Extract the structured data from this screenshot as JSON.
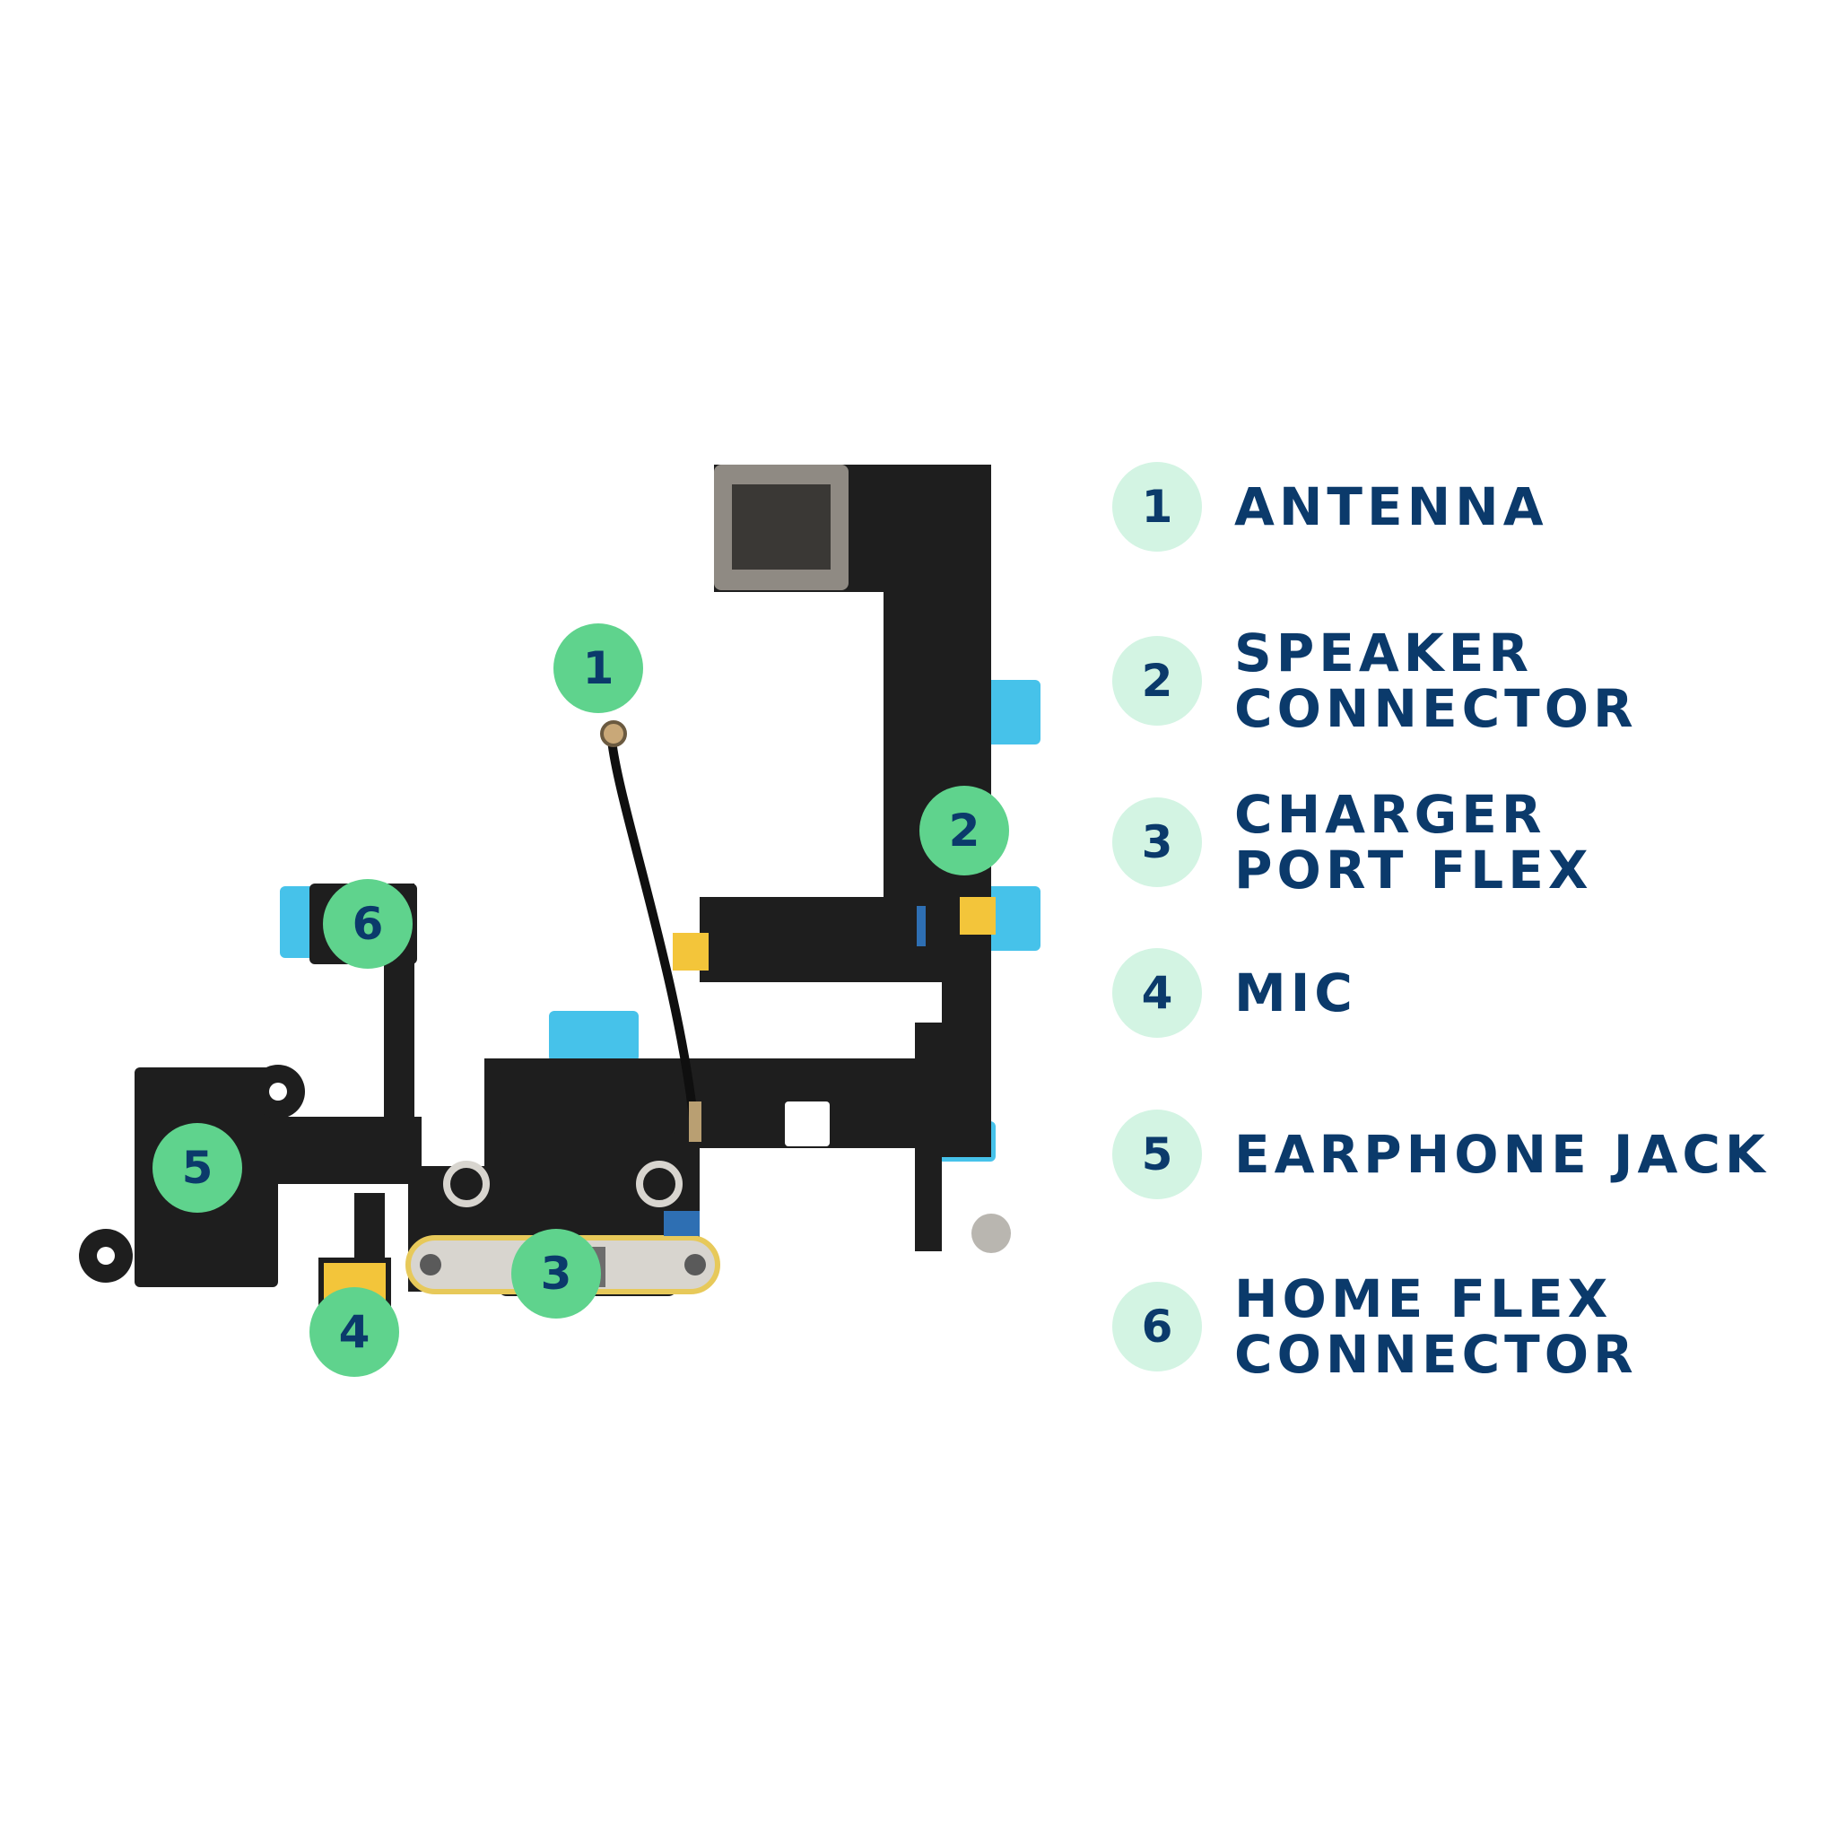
{
  "colors": {
    "accent_green": "#5fd38d",
    "badge_light": "#d3f4e3",
    "label_navy": "#0b3a6b",
    "flex_black": "#1e1e1e",
    "tape_blue": "#46c2ea",
    "gold_pad": "#f3c53a"
  },
  "callouts": [
    {
      "num": "1"
    },
    {
      "num": "2"
    },
    {
      "num": "3"
    },
    {
      "num": "4"
    },
    {
      "num": "5"
    },
    {
      "num": "6"
    }
  ],
  "legend": [
    {
      "num": "1",
      "line1": "ANTENNA",
      "line2": ""
    },
    {
      "num": "2",
      "line1": "SPEAKER",
      "line2": "CONNECTOR"
    },
    {
      "num": "3",
      "line1": "CHARGER",
      "line2": "PORT FLEX"
    },
    {
      "num": "4",
      "line1": "MIC",
      "line2": ""
    },
    {
      "num": "5",
      "line1": "EARPHONE JACK",
      "line2": ""
    },
    {
      "num": "6",
      "line1": "HOME FLEX",
      "line2": "CONNECTOR"
    }
  ]
}
